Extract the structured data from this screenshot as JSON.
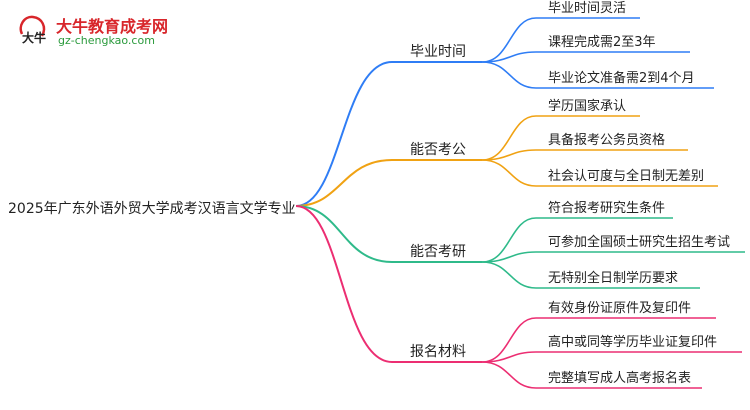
{
  "logo": {
    "name": "大牛教育成考网",
    "url": "gz-chengkao.com",
    "mark_text": "大牛"
  },
  "root": {
    "label": "2025年广东外语外贸大学成考汉语言文学专业"
  },
  "branches": [
    {
      "label": "毕业时间",
      "color": "#2f7df5",
      "children": [
        "毕业时间灵活",
        "课程完成需2至3年",
        "毕业论文准备需2到4个月"
      ]
    },
    {
      "label": "能否考公",
      "color": "#f0a213",
      "children": [
        "学历国家承认",
        "具备报考公务员资格",
        "社会认可度与全日制无差别"
      ]
    },
    {
      "label": "能否考研",
      "color": "#2fba8a",
      "children": [
        "符合报考研究生条件",
        "可参加全国硕士研究生招生考试",
        "无特别全日制学历要求"
      ]
    },
    {
      "label": "报名材料",
      "color": "#ec2e72",
      "children": [
        "有效身份证原件及复印件",
        "高中或同等学历毕业证复印件",
        "完整填写成人高考报名表"
      ]
    }
  ]
}
